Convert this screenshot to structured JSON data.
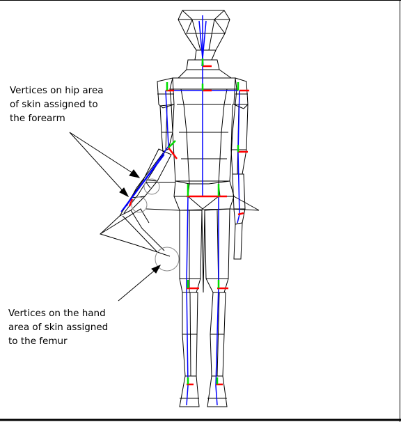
{
  "annotations": {
    "hip_vertices": {
      "lines": [
        "Vertices on hip area",
        "of skin assigned to",
        "the forearm"
      ]
    },
    "hand_vertices": {
      "lines": [
        "Vertices on the hand",
        "area of skin assigned",
        "to the femur"
      ]
    }
  },
  "colors": {
    "mesh": "#000000",
    "bone": "#0000ff",
    "axis_red": "#ff0000",
    "axis_green": "#00dd00",
    "vertex_marker": "#888888",
    "background": "#ffffff"
  }
}
